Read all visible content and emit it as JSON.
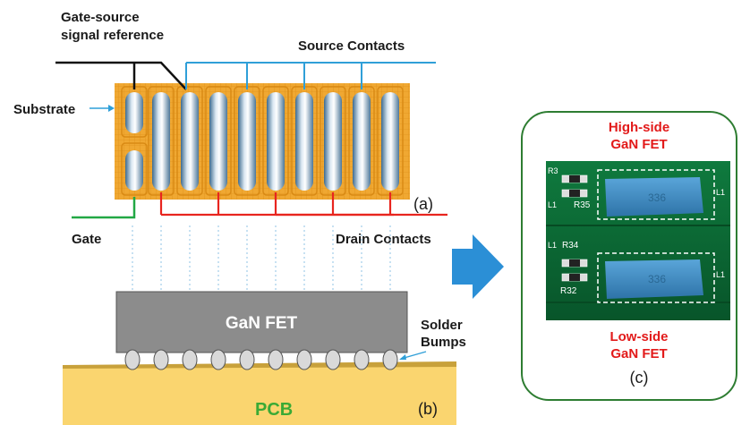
{
  "labels": {
    "gate_source_ref_line1": "Gate-source",
    "gate_source_ref_line2": "signal reference",
    "source_contacts": "Source Contacts",
    "substrate": "Substrate",
    "panel_a": "(a)",
    "gate": "Gate",
    "drain_contacts": "Drain Contacts",
    "gan_fet": "GaN FET",
    "solder_line1": "Solder",
    "solder_line2": "Bumps",
    "pcb": "PCB",
    "panel_b": "(b)",
    "panel_c": "(c)",
    "high_side_line1": "High-side",
    "high_side_line2": "GaN FET",
    "low_side_line1": "Low-side",
    "low_side_line2": "GaN FET"
  },
  "board_silkscreen": {
    "top_left": "R3",
    "r35": "R35",
    "top_small": "L1",
    "top_right": "L1",
    "r34": "R34",
    "mid_small": "L1",
    "r32": "R32",
    "bottom_right": "L1",
    "chip_marking": "336"
  },
  "colors": {
    "die": "#f0a832",
    "source_wire": "#2f9fd8",
    "drain_wire": "#e8251f",
    "gate_wire": "#22a845",
    "ref_wire": "#111111",
    "gan_fet_body": "#8c8c8c",
    "pcb": "#fad56f",
    "arrow": "#2b8fd6",
    "panel_border": "#2e7d32",
    "red_text": "#e21a1a",
    "pcb_text": "#3aaa35",
    "board": "#0b6b35",
    "chip": "#3d8fc9"
  },
  "icons": {
    "arrow": "right-arrow-icon"
  }
}
